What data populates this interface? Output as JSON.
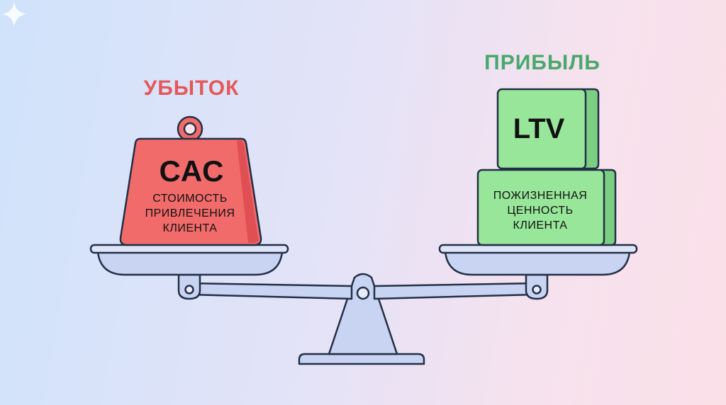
{
  "loss": {
    "label": "УБЫТОК",
    "acronym": "CAC",
    "description": [
      "СТОИМОСТЬ",
      "ПРИВЛЕЧЕНИЯ",
      "КЛИЕНТА"
    ]
  },
  "profit": {
    "label": "ПРИБЫЛЬ",
    "acronym": "LTV",
    "description": [
      "ПОЖИЗНЕННАЯ",
      "ЦЕННОСТЬ",
      "КЛИЕНТА"
    ]
  },
  "colors": {
    "loss": "#e5585a",
    "profit": "#4aa86c",
    "weight": "#f26b6b",
    "box": "#98e69a",
    "scale": "#c9d4f3",
    "outline": "#223046"
  },
  "icons": {
    "weight": "weight-icon",
    "scale": "balance-scale-icon",
    "corner": "sparkle-icon"
  }
}
